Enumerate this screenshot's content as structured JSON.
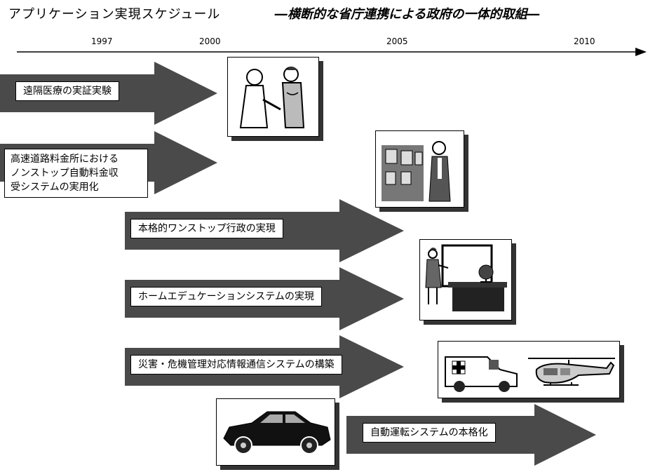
{
  "title": "アプリケーション実現スケジュール",
  "subtitle": "―横断的な省庁連携による政府の一体的取組―",
  "timeline": {
    "years": [
      "1997",
      "2000",
      "2005",
      "2010"
    ]
  },
  "applications": [
    {
      "label": "遠隔医療の実証実験"
    },
    {
      "label": "高速道路料金所における\nノンストップ自動料金収\n受システムの実用化"
    },
    {
      "label": "本格的ワンストップ行政の実現"
    },
    {
      "label": "ホームエデュケーションシステムの実現"
    },
    {
      "label": "災害・危機管理対応情報通信システムの構築"
    },
    {
      "label": "自動運転システムの本格化"
    }
  ],
  "colors": {
    "arrow": "#4a4a4a",
    "shadow": "#333333",
    "axis": "#000000"
  },
  "icons": [
    "doctor-patient-icon",
    "presenter-screens-icon",
    "teacher-board-icon",
    "ambulance-helicopter-icon",
    "car-icon"
  ]
}
